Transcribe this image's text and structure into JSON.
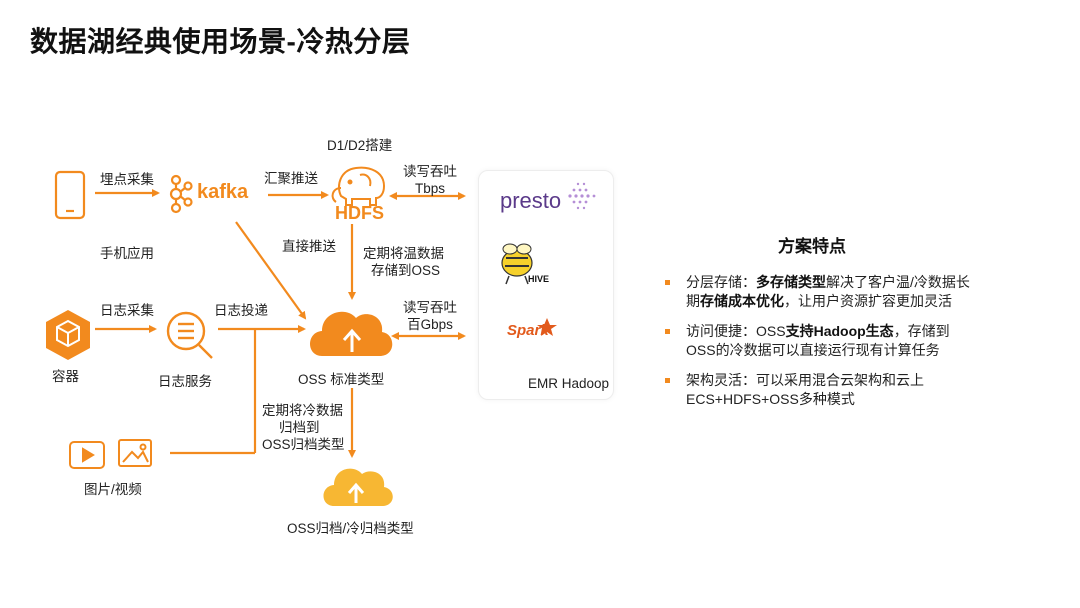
{
  "title": "数据湖经典使用场景-冷热分层",
  "colors": {
    "accent": "#f28a1e",
    "archive": "#f7b733",
    "presto": "#5b3a8a",
    "spark": "#e25a1c"
  },
  "icons": {
    "phone": "phone-icon",
    "kafka": "kafka-icon",
    "hdfs": "hdfs-elephant-icon",
    "container": "container-cube-icon",
    "log_search": "magnifier-icon",
    "oss_standard": "cloud-upload-icon",
    "oss_archive": "cloud-upload-icon",
    "video": "video-play-icon",
    "picture": "picture-icon",
    "presto": "presto-icon",
    "hive": "hive-bee-icon",
    "spark": "spark-star-icon"
  },
  "diagram": {
    "nodes": {
      "phone_label": "手机应用",
      "kafka_label": "kafka",
      "hdfs_label": "HDFS",
      "hdfs_top": "D1/D2搭建",
      "container_label": "容器",
      "log_service_label": "日志服务",
      "oss_standard_label": "OSS 标准类型",
      "oss_archive_label": "OSS归档/冷归档类型",
      "media_label": "图片/视频",
      "emr_label": "EMR Hadoop",
      "presto_label": "presto",
      "hive_label": "HIVE",
      "spark_label": "Spark"
    },
    "edges": {
      "collect_track": "埋点采集",
      "aggregate_push": "汇聚推送",
      "rw_throughput_1": "读写吞吐",
      "rw_tbps": "Tbps",
      "direct_push": "直接推送",
      "scheduled_warm_1": "定期将温数据",
      "scheduled_warm_2": "存储到OSS",
      "log_collect": "日志采集",
      "log_deliver": "日志投递",
      "rw_throughput_2": "读写吞吐",
      "rw_gbps": "百Gbps",
      "archive_1": "定期将冷数据",
      "archive_2": "归档到",
      "archive_3": "OSS归档类型"
    }
  },
  "features": {
    "title": "方案特点",
    "items": [
      {
        "line1_pre": "分层存储：",
        "line1_bold": "多存储类型",
        "line1_post": "解决了客户温/冷数据长",
        "line2_pre": "期",
        "line2_bold": "存储成本优化",
        "line2_post": "，让用户资源扩容更加灵活"
      },
      {
        "line1_pre": "访问便捷：OSS",
        "line1_bold": "支持Hadoop生态",
        "line1_post": "，存储到",
        "line2_pre": "OSS的冷数据可以直接运行现有计算任务",
        "line2_bold": "",
        "line2_post": ""
      },
      {
        "line1_pre": "架构灵活：可以采用混合云架构和云上",
        "line1_bold": "",
        "line1_post": "",
        "line2_pre": "ECS+HDFS+OSS多种模式",
        "line2_bold": "",
        "line2_post": ""
      }
    ]
  }
}
